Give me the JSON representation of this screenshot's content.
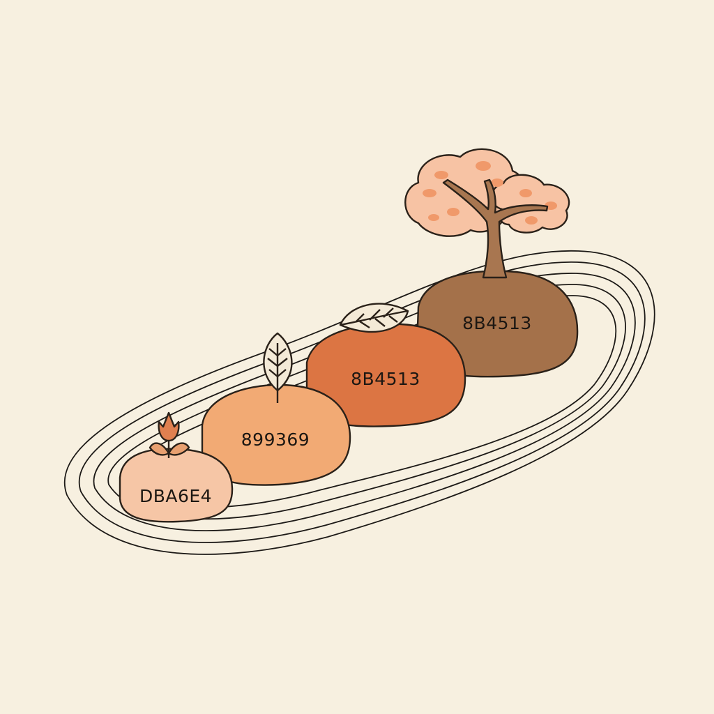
{
  "diagram": {
    "stones": [
      {
        "label": "DBA6E4",
        "fill": "#f6c6a6",
        "ornament": "tulip-icon"
      },
      {
        "label": "899369",
        "fill": "#f2aa74",
        "ornament": "leaf-icon"
      },
      {
        "label": "8B4513",
        "fill": "#dc7543",
        "ornament": "leaf-icon"
      },
      {
        "label": "8B4513",
        "fill": "#a4714a",
        "ornament": "tree-icon"
      }
    ],
    "colors": {
      "background": "#f7f0e0",
      "ring_stroke": "#1d1a17",
      "outline": "#2a2119",
      "tree_trunk": "#a87650",
      "foliage": "#f7c3a4",
      "foliage_spots": "#f0996a",
      "leaf": "#f4ead7",
      "tulip": "#e08050",
      "tulip_leaves": "#e8a070"
    }
  }
}
